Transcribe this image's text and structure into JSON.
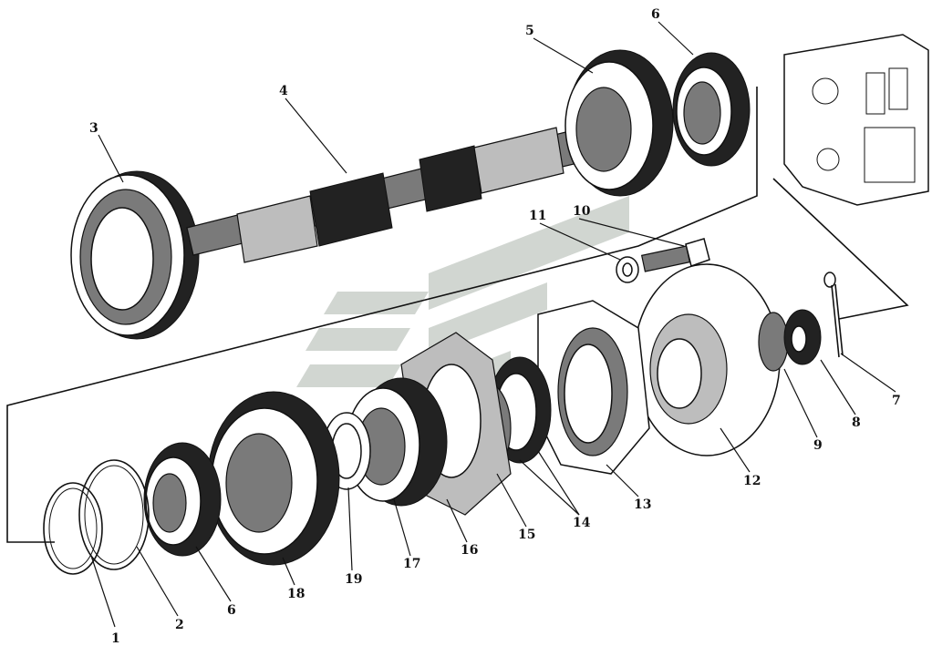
{
  "diagram": {
    "callouts": [
      {
        "id": "1",
        "text": "1"
      },
      {
        "id": "2",
        "text": "2"
      },
      {
        "id": "3",
        "text": "3"
      },
      {
        "id": "4",
        "text": "4"
      },
      {
        "id": "5",
        "text": "5"
      },
      {
        "id": "6a",
        "text": "6"
      },
      {
        "id": "6b",
        "text": "6"
      },
      {
        "id": "7",
        "text": "7"
      },
      {
        "id": "8",
        "text": "8"
      },
      {
        "id": "9",
        "text": "9"
      },
      {
        "id": "10",
        "text": "10"
      },
      {
        "id": "11",
        "text": "11"
      },
      {
        "id": "12",
        "text": "12"
      },
      {
        "id": "13",
        "text": "13"
      },
      {
        "id": "14",
        "text": "14"
      },
      {
        "id": "15",
        "text": "15"
      },
      {
        "id": "16",
        "text": "16"
      },
      {
        "id": "17",
        "text": "17"
      },
      {
        "id": "18",
        "text": "18"
      },
      {
        "id": "19",
        "text": "19"
      }
    ],
    "colors": {
      "ink": "#111111",
      "watermark": "#9aa59a",
      "background": "#ffffff"
    },
    "watermark_icon": "stylized-logo-watermark"
  }
}
